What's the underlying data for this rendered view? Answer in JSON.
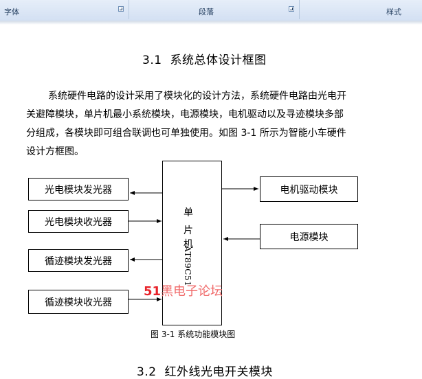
{
  "ribbon": {
    "groups": [
      "字体",
      "段落",
      "样式"
    ]
  },
  "section_31": {
    "number": "3.1",
    "title": "系统总体设计框图"
  },
  "paragraph": {
    "lines": [
      "系统硬件电路的设计采用了模块化的设计方法，系统硬件电路由光电开",
      "关避障模块，单片机最小系统模块，电源模块，电机驱动以及寻迹模块多部",
      "分组成，各模块即可组合联调也可单独使用。如图 3-1 所示为智能小车硬件",
      "设计方框图。"
    ]
  },
  "diagram": {
    "left_blocks": [
      "光电模块发光器",
      "光电模块收光器",
      "循迹模块发光器",
      "循迹模块收光器"
    ],
    "right_blocks": [
      "电机驱动模块",
      "电源模块"
    ],
    "mcu_label": [
      "单",
      "片",
      "机"
    ],
    "mcu_model": "AT89C51",
    "caption": "图 3-1  系统功能模块图"
  },
  "watermark": {
    "number": "51",
    "text": "黑电子论坛"
  },
  "section_32": {
    "number": "3.2",
    "title": "红外线光电开关模块"
  }
}
